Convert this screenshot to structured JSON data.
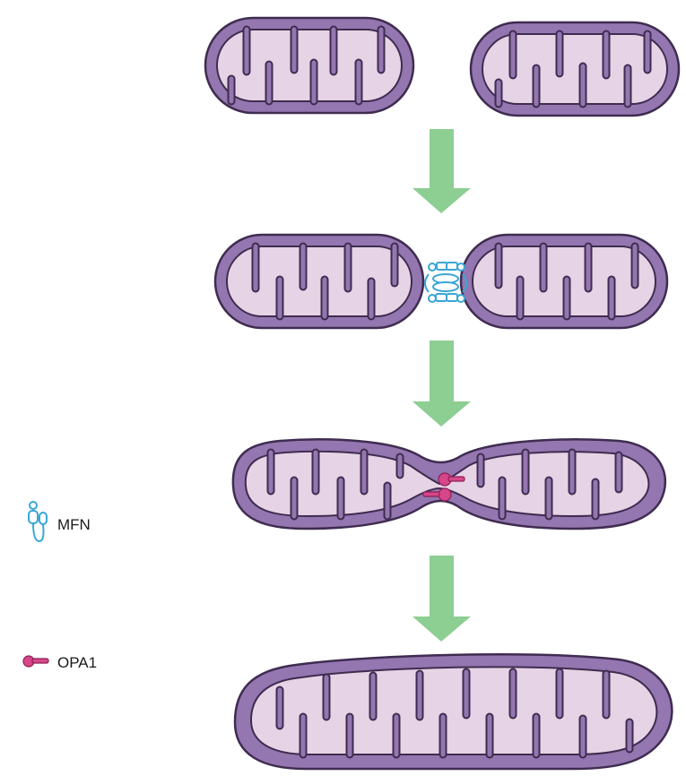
{
  "colors": {
    "outer_membrane": "#9476b0",
    "outline": "#3f2c50",
    "matrix": "#e6d4e6",
    "arrow": "#8dce92",
    "mfn": "#3aa6d6",
    "opa1": "#d6478a"
  },
  "legend": {
    "items": [
      {
        "label": "MFN",
        "icon": "mfn-protein-icon"
      },
      {
        "label": "OPA1",
        "icon": "opa1-protein-icon"
      }
    ]
  },
  "stages": [
    {
      "name": "separate-mitochondria"
    },
    {
      "name": "outer-membrane-tethering",
      "protein": "MFN"
    },
    {
      "name": "inner-membrane-fusion",
      "protein": "OPA1"
    },
    {
      "name": "fused-mitochondrion"
    }
  ]
}
